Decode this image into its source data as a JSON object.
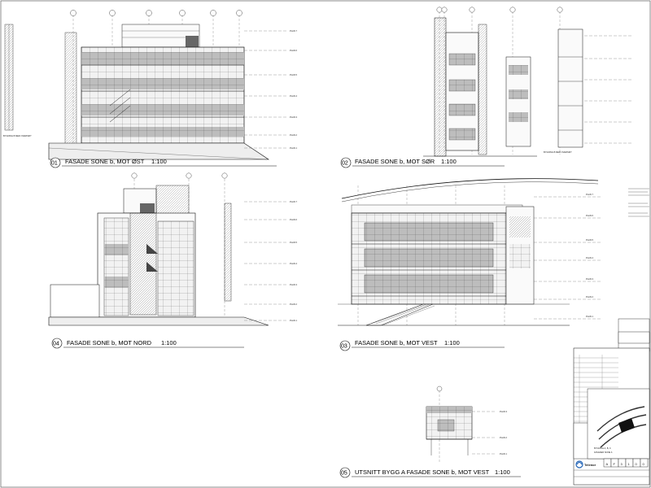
{
  "views": [
    {
      "num": "01",
      "title": "FASADE SONE b,  MOT ØST",
      "scale": "1:100"
    },
    {
      "num": "02",
      "title": "FASADE SONE b,  MOT SØR",
      "scale": "1:100"
    },
    {
      "num": "04",
      "title": "FASADE SONE b,  MOT NORD",
      "scale": "1:100"
    },
    {
      "num": "03",
      "title": "FASADE SONE b,  MOT VEST",
      "scale": "1:100"
    },
    {
      "num": "05",
      "title": "UTSNITT BYGG A FASADE SONE b,  MOT VEST",
      "scale": "1:100"
    }
  ],
  "levels": {
    "east": [
      "PLAN 7",
      "PLAN 6",
      "PLAN 5",
      "PLAN 4",
      "PLAN 3",
      "PLAN 2",
      "PLAN 1"
    ],
    "north": [
      "PLAN 7",
      "PLAN 6",
      "PLAN 5",
      "PLAN 4",
      "PLAN 3",
      "PLAN 2",
      "PLAN 1"
    ],
    "west": [
      "PLAN 7",
      "PLAN 6",
      "PLAN 5",
      "PLAN 4",
      "PLAN 3",
      "PLAN 2",
      "PLAN 1"
    ],
    "detail": [
      "PLAN 3",
      "PLAN 2",
      "PLAN 1"
    ]
  },
  "side_labels": {
    "east": "BYGNING B MED OVERSIKT",
    "south": "BYGNING B MED OVERSIKT"
  },
  "title_block": {
    "brand": "Telenor",
    "drawing_no": [
      "A",
      "F",
      "3",
      "1",
      "0",
      "0"
    ],
    "project": "BYGNING A, B, C",
    "sheet_title": "FASADER SONE b"
  }
}
